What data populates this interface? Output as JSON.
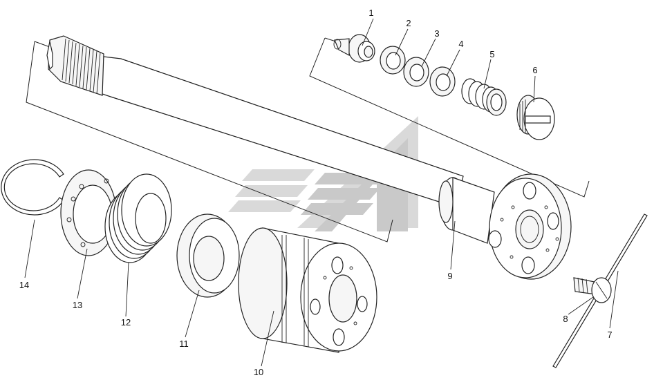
{
  "parts": [
    {
      "id": "part-1",
      "label": "1"
    },
    {
      "id": "part-2",
      "label": "2"
    },
    {
      "id": "part-3",
      "label": "3"
    },
    {
      "id": "part-4",
      "label": "4"
    },
    {
      "id": "part-5",
      "label": "5"
    },
    {
      "id": "part-6",
      "label": "6"
    },
    {
      "id": "part-7",
      "label": "7"
    },
    {
      "id": "part-8",
      "label": "8"
    },
    {
      "id": "part-9",
      "label": "9"
    },
    {
      "id": "part-10",
      "label": "10"
    },
    {
      "id": "part-11",
      "label": "11"
    },
    {
      "id": "part-12",
      "label": "12"
    },
    {
      "id": "part-13",
      "label": "13"
    },
    {
      "id": "part-14",
      "label": "14"
    }
  ],
  "colors": {
    "line": "#222222",
    "watermark": "#c9c9c9",
    "background": "#ffffff"
  }
}
